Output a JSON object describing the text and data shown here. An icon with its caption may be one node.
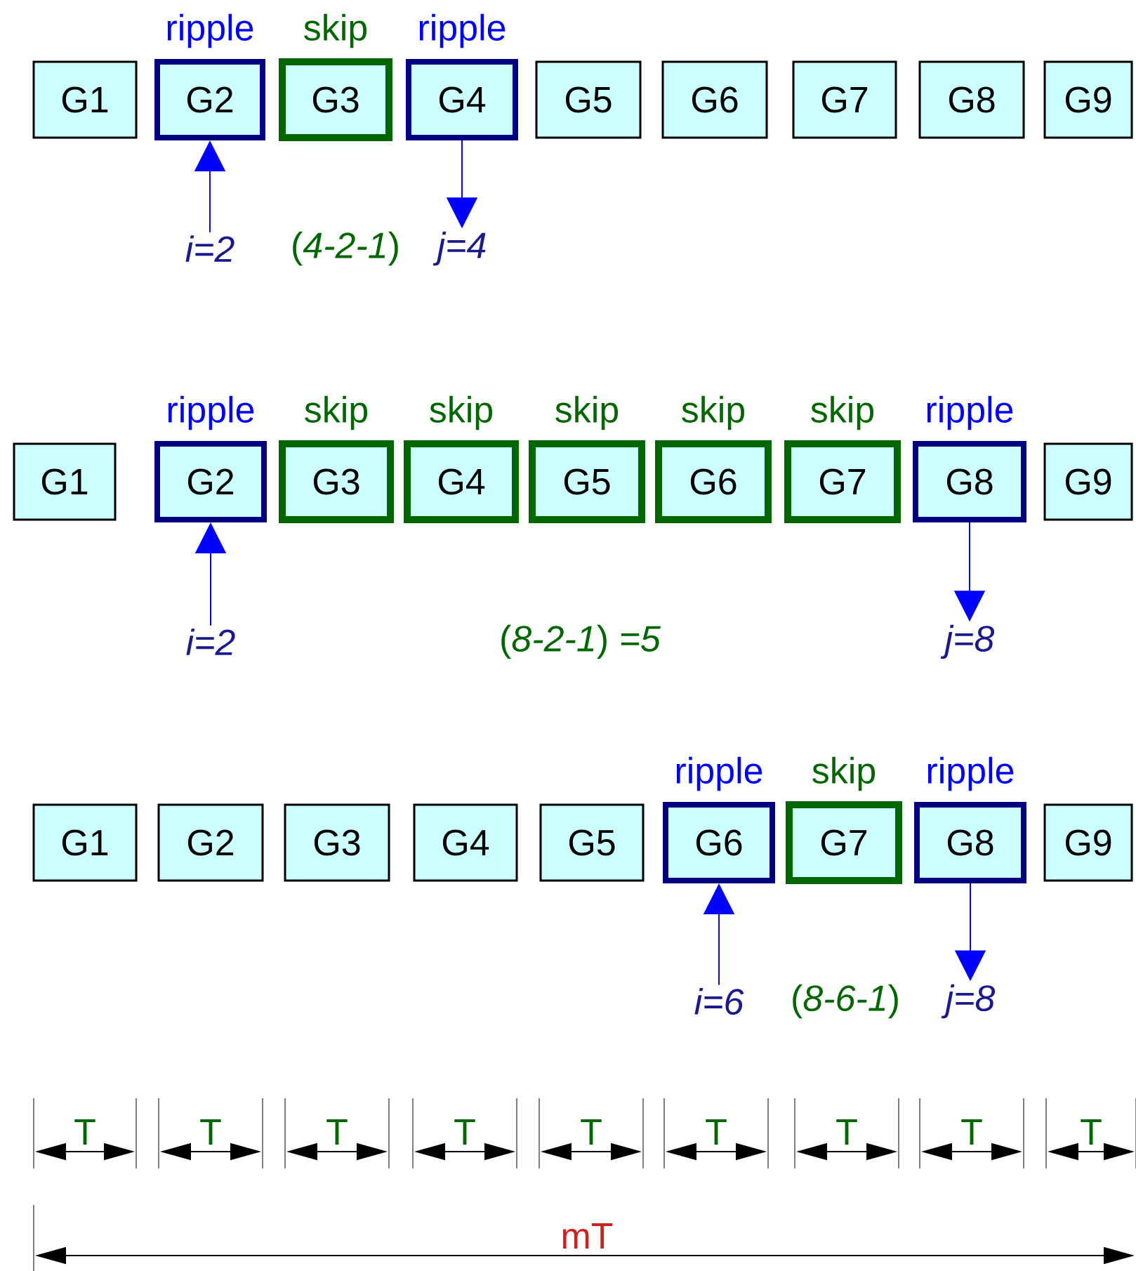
{
  "diagram": {
    "nodes": [
      {
        "text": [
          "G1"
        ]
      },
      {
        "text": [
          "G2"
        ],
        "beside": [
          "ripple"
        ]
      },
      {
        "text": [
          "G3"
        ],
        "beside": [
          "skip"
        ]
      },
      {
        "text": [
          "G4"
        ],
        "beside": [
          "ripple"
        ]
      },
      {
        "text": [
          "G5"
        ]
      },
      {
        "text": [
          "G6"
        ]
      },
      {
        "text": [
          "G7"
        ]
      },
      {
        "text": [
          "G8"
        ]
      },
      {
        "text": [
          "G9"
        ]
      },
      {
        "text": [
          "i=2"
        ]
      },
      {
        "text": [
          "j=4"
        ]
      },
      {
        "text": [
          "G1"
        ]
      },
      {
        "text": [
          "G2"
        ],
        "beside": [
          "ripple"
        ]
      },
      {
        "text": [
          "G3"
        ],
        "beside": [
          "skip"
        ]
      },
      {
        "text": [
          "G4"
        ],
        "beside": [
          "skip"
        ]
      },
      {
        "text": [
          "G5"
        ],
        "beside": [
          "skip"
        ]
      },
      {
        "text": [
          "G6"
        ],
        "beside": [
          "skip"
        ]
      },
      {
        "text": [
          "G7"
        ],
        "beside": [
          "skip"
        ]
      },
      {
        "text": [
          "G8"
        ],
        "beside": [
          "ripple"
        ]
      },
      {
        "text": [
          "G9"
        ]
      },
      {
        "text": [
          "i=2"
        ]
      },
      {
        "text": [
          "j=8"
        ]
      },
      {
        "text": [
          "G1"
        ]
      },
      {
        "text": [
          "G2"
        ]
      },
      {
        "text": [
          "G3"
        ]
      },
      {
        "text": [
          "G4"
        ]
      },
      {
        "text": [
          "G5"
        ]
      },
      {
        "text": [
          "G6"
        ],
        "beside": [
          "ripple"
        ]
      },
      {
        "text": [
          "G7"
        ],
        "beside": [
          "skip"
        ]
      },
      {
        "text": [
          "G8"
        ],
        "beside": [
          "ripple"
        ]
      },
      {
        "text": [
          "G9"
        ]
      },
      {
        "text": [
          "i=6"
        ]
      },
      {
        "text": [
          "j=8"
        ]
      }
    ],
    "edges": [
      {
        "from": 9,
        "to": 1,
        "arrow": "to"
      },
      {
        "from": 3,
        "to": 10,
        "arrow": "to"
      },
      {
        "from": 20,
        "to": 12,
        "arrow": "to"
      },
      {
        "from": 18,
        "to": 21,
        "arrow": "to"
      },
      {
        "from": 31,
        "to": 27,
        "arrow": "to"
      },
      {
        "from": 29,
        "to": 32,
        "arrow": "to"
      }
    ],
    "labels": [
      "(*4-2-1*)",
      "(*8-2-1*) *=5*",
      "(*8-6-1*)",
      "T",
      "T",
      "T",
      "T",
      "T",
      "T",
      "T",
      "T",
      "T",
      "mT"
    ]
  }
}
